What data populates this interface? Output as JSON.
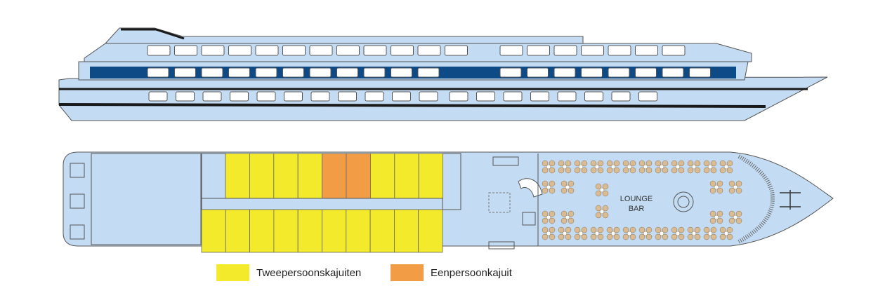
{
  "lounge": {
    "line1": "LOUNGE",
    "line2": "BAR"
  },
  "legend": [
    {
      "label": "Tweepersoonskajuiten",
      "color": "#f4ea2c"
    },
    {
      "label": "Eenpersoonkajuit",
      "color": "#f29c46"
    }
  ],
  "cabins": {
    "top_row": [
      "two",
      "two",
      "two",
      "two",
      "one",
      "one",
      "two",
      "two",
      "two"
    ],
    "bottom_row": [
      "two",
      "two",
      "two",
      "two",
      "two",
      "two",
      "two",
      "two",
      "two",
      "two"
    ]
  },
  "colors": {
    "hull": "#c3dcf4",
    "outline": "#555555",
    "dark_band": "#0e4a86",
    "two_person": "#f4ea2c",
    "one_person": "#f29c46",
    "chair": "#d9bb94"
  },
  "caption": ""
}
